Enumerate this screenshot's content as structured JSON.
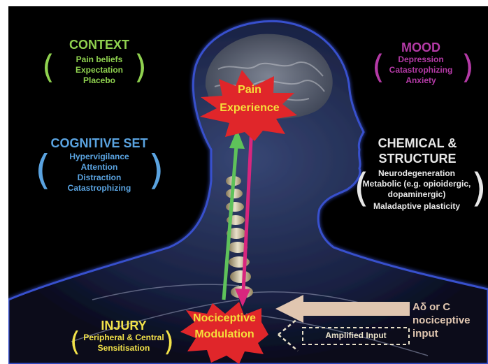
{
  "colors": {
    "context": "#8fd14f",
    "mood": "#b43aa6",
    "cognitive": "#5aa3e0",
    "chemical": "#e8e8e8",
    "injury": "#f2e24a",
    "star": "#e0262a",
    "star_text": "#f6df3a",
    "up_arrow": "#5ec25a",
    "down_arrow": "#d8267e",
    "input_arrow": "#e0c6b0",
    "body_glow": "#3a55d8"
  },
  "context": {
    "title": "CONTEXT",
    "items": [
      "Pain beliefs",
      "Expectation",
      "Placebo"
    ]
  },
  "mood": {
    "title": "MOOD",
    "items": [
      "Depression",
      "Catastrophizing",
      "Anxiety"
    ]
  },
  "cognitive": {
    "title": "COGNITIVE SET",
    "items": [
      "Hypervigilance",
      "Attention",
      "Distraction",
      "Catastrophizing"
    ]
  },
  "chemical": {
    "title_line1": "CHEMICAL &",
    "title_line2": "STRUCTURE",
    "items": [
      "Neurodegeneration",
      "Metabolic (e.g. opioidergic,",
      "dopaminergic)",
      "Maladaptive plasticity"
    ]
  },
  "injury": {
    "title": "INJURY",
    "items": [
      "Peripheral & Central",
      "Sensitisation"
    ]
  },
  "pain_experience": {
    "line1": "Pain",
    "line2": "Experience"
  },
  "nociceptive_modulation": {
    "line1": "Nociceptive",
    "line2": "Modulation"
  },
  "amplified_input": "Amplified Input",
  "nociceptive_input": {
    "line1": "Aδ or C",
    "line2": "nociceptive",
    "line3": "input"
  }
}
